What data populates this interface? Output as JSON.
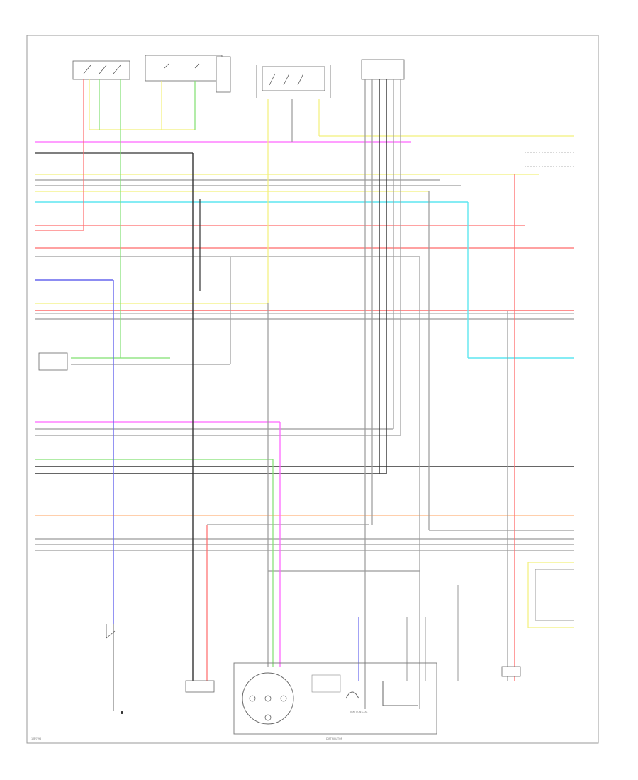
{
  "diagram": {
    "colors": {
      "red": "#ff6a6a",
      "pink": "#ff66ff",
      "yellow": "#f2f07a",
      "green": "#80e070",
      "cyan": "#5fe6f0",
      "blue": "#6666ee",
      "orange": "#ffb27a",
      "gray": "#9a9a9a",
      "black": "#333333",
      "frame": "#999999"
    },
    "labels": {
      "distributor": "DISTRIBUTOR",
      "ignition_coil": "IGNITION COIL",
      "footer_code": "1/8/7/96"
    }
  }
}
